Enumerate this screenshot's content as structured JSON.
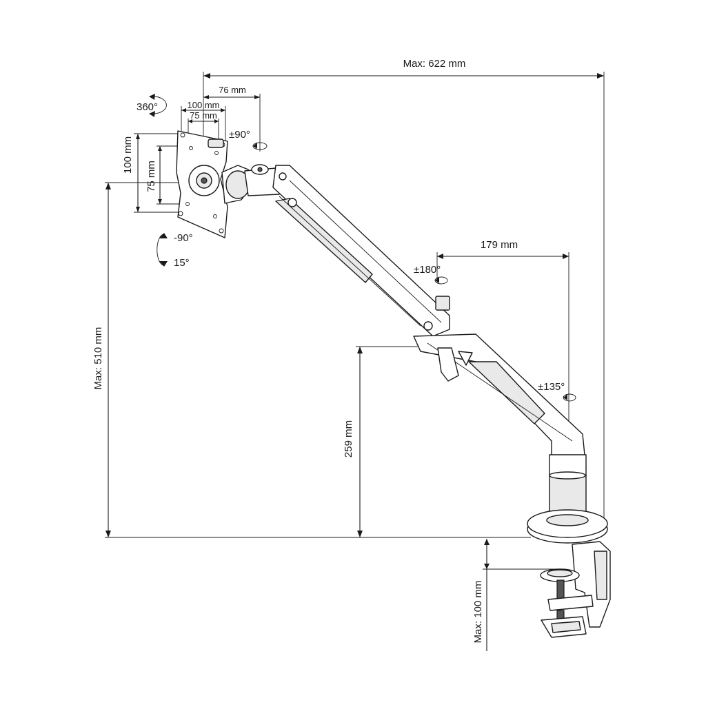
{
  "dimensions": {
    "max_reach": "Max: 622 mm",
    "offset_76": "76 mm",
    "vesa_w_100": "100 mm",
    "vesa_w_75": "75 mm",
    "vesa_h_100": "100 mm",
    "vesa_h_75": "75 mm",
    "max_height": "Max:  510 mm",
    "min_height": "259 mm",
    "arm_179": "179 mm",
    "clamp_max": "Max: 100 mm"
  },
  "rotations": {
    "rotate_360": "360°",
    "swivel_90": "±90°",
    "tilt_minus90": "-90°",
    "tilt_15": "15°",
    "elbow_180": "±180°",
    "base_135": "±135°"
  },
  "colors": {
    "line": "#1a1a1a",
    "fill": "#ffffff",
    "shade": "#e9e9e9"
  }
}
